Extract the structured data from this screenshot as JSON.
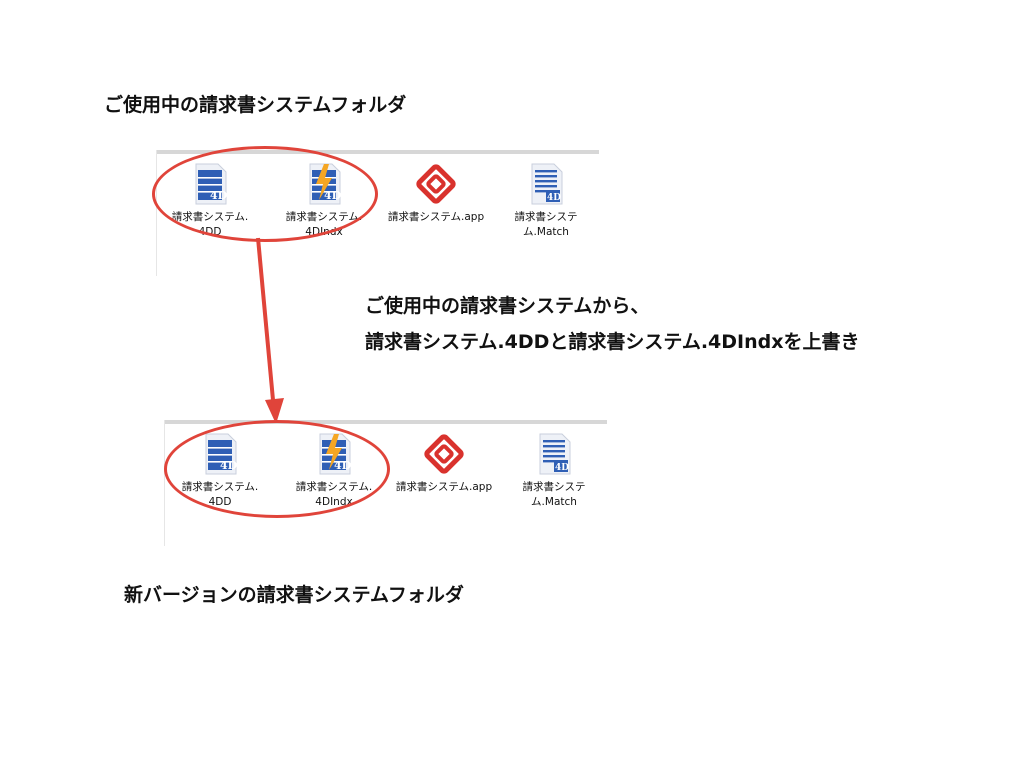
{
  "current_folder": {
    "title": "ご使用中の請求書システムフォルダ",
    "files": [
      {
        "icon": "4d-data-file-icon",
        "label_line1": "請求書システム.",
        "label_line2": "4DD"
      },
      {
        "icon": "4d-index-file-icon",
        "label_line1": "請求書システム.",
        "label_line2": "4DIndx"
      },
      {
        "icon": "4d-application-icon",
        "label_line1": "請求書システム.app",
        "label_line2": ""
      },
      {
        "icon": "4d-match-file-icon",
        "label_line1": "請求書システ",
        "label_line2": "ム.Match"
      }
    ]
  },
  "instruction": {
    "line1": "ご使用中の請求書システムから、",
    "line2": "請求書システム.4DDと請求書システム.4DIndxを上書き"
  },
  "new_folder": {
    "title": "新バージョンの請求書システムフォルダ",
    "files": [
      {
        "icon": "4d-data-file-icon",
        "label_line1": "請求書システム.",
        "label_line2": "4DD"
      },
      {
        "icon": "4d-index-file-icon",
        "label_line1": "請求書システム.",
        "label_line2": "4DIndx"
      },
      {
        "icon": "4d-application-icon",
        "label_line1": "請求書システム.app",
        "label_line2": ""
      },
      {
        "icon": "4d-match-file-icon",
        "label_line1": "請求書システ",
        "label_line2": "ム.Match"
      }
    ]
  },
  "colors": {
    "annotation_red": "#e0443a",
    "file_blue": "#2f5fb5",
    "bolt_orange": "#f5a623"
  }
}
